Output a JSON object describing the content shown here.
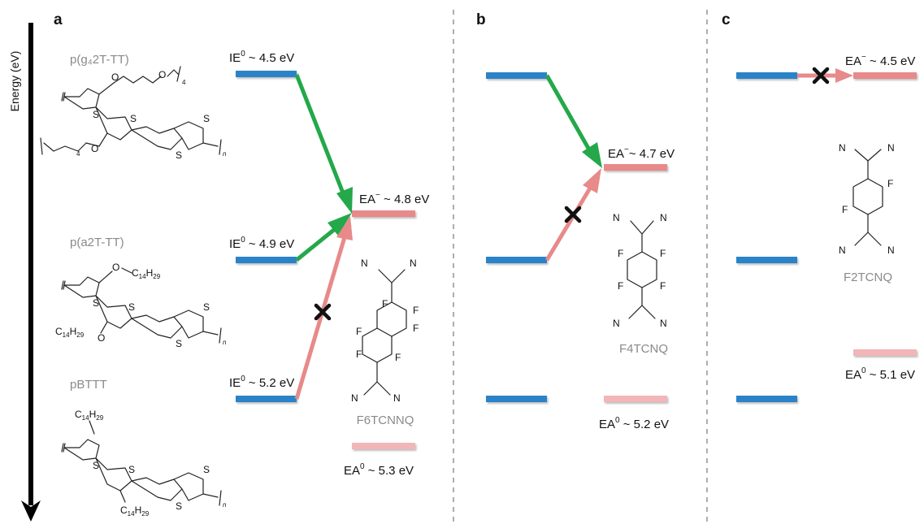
{
  "axis": {
    "label": "Energy (eV)"
  },
  "panels": {
    "a": "a",
    "b": "b",
    "c": "c"
  },
  "polymers": {
    "p1": "p(g₄2T-TT)",
    "p2": "p(a2T-TT)",
    "p3": "pBTTT"
  },
  "dopants": {
    "a": "F6TCNNQ",
    "b": "F4TCNQ",
    "c": "F2TCNQ"
  },
  "levels": {
    "a_ie1": {
      "base": "IE",
      "sup": "0",
      "value": " ~ 4.5 eV"
    },
    "a_ie2": {
      "base": "IE",
      "sup": "0",
      "value": " ~ 4.9 eV"
    },
    "a_ie3": {
      "base": "IE",
      "sup": "0",
      "value": " ~ 5.2 eV"
    },
    "a_ea_minus": {
      "base": "EA",
      "sup": "−",
      "value": " ~ 4.8 eV"
    },
    "a_ea0": {
      "base": "EA",
      "sup": "0",
      "value": " ~ 5.3 eV"
    },
    "b_ea_minus": {
      "base": "EA",
      "sup": "−",
      "value": "~ 4.7 eV"
    },
    "b_ea0": {
      "base": "EA",
      "sup": "0",
      "value": " ~ 5.2 eV"
    },
    "c_ea_minus": {
      "base": "EA",
      "sup": "−",
      "value": " ~ 4.5 eV"
    },
    "c_ea0": {
      "base": "EA",
      "sup": "0",
      "value": " ~ 5.1 eV"
    }
  },
  "chem_labels": {
    "o": "O",
    "s": "S",
    "f": "F",
    "n": "N",
    "four": "4",
    "n_sub": "n",
    "c14": "C",
    "c14_sub": "14",
    "h29": "H",
    "h29_sub": "29"
  },
  "colors": {
    "blue": "#2a83c8",
    "pink": "#e8898a",
    "pink_light": "#f2b6b8",
    "green": "#24a84a",
    "cross": "#111111",
    "divider": "#9a9a9a"
  }
}
